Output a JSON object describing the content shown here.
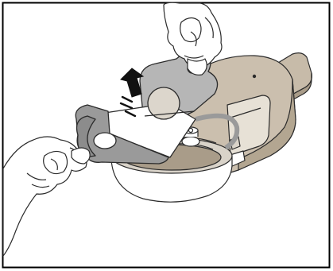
{
  "figure": {
    "kind": "illustration",
    "colors": {
      "outline": "#2b2b2b",
      "frame": "#000000",
      "base_body": "#cbbfae",
      "base_shadow": "#a99c89",
      "lid_grey": "#9a9a9a",
      "lid_light": "#d9d3c9",
      "label_white": "#ffffff",
      "skin": "#ffffff"
    },
    "elements": {
      "frame": "border-frame",
      "device": "device-base",
      "lid": "peel-off-lid",
      "arrow": "lift-arrow-icon",
      "motion": "motion-lines-icon",
      "hand_top": "hand-top",
      "hand_left": "hand-left"
    }
  }
}
